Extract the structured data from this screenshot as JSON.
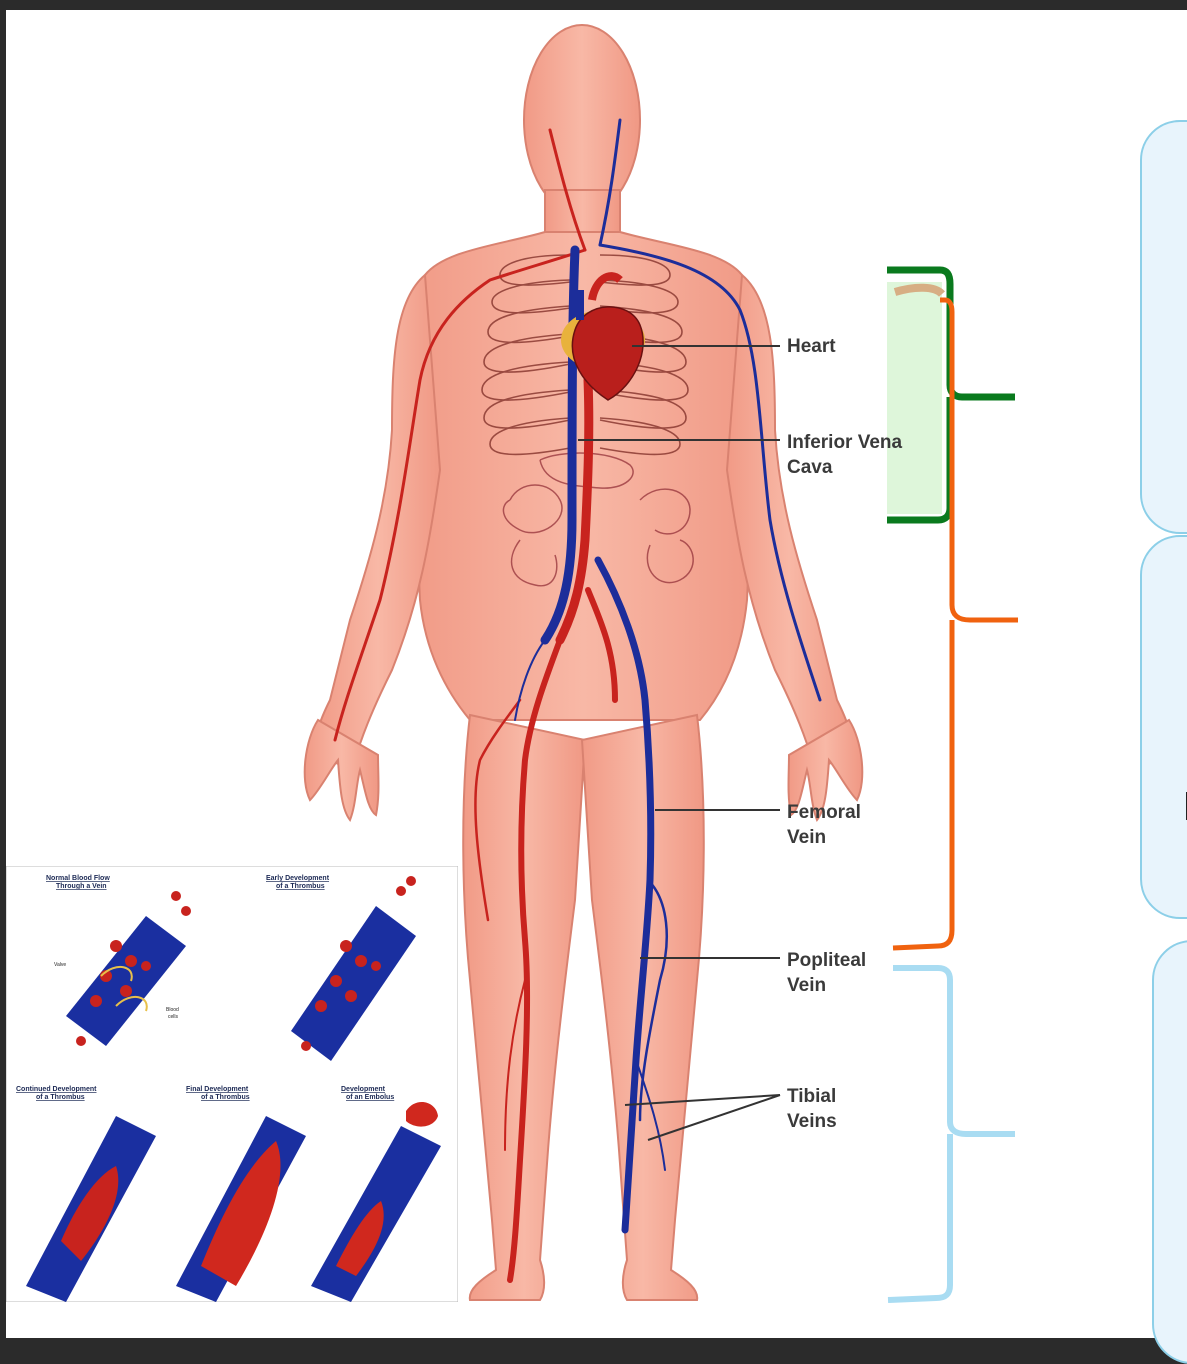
{
  "labels": {
    "heart": "Heart",
    "ivc": "Inferior Vena\nCava",
    "femoral": "Femoral\nVein",
    "popliteal": "Popliteal\nVein",
    "tibial": "Tibial\nVeins"
  },
  "inset": {
    "panels": [
      {
        "title": "Normal Blood Flow\nThrough a Vein",
        "callouts": [
          "Valve",
          "Blood\ncells"
        ]
      },
      {
        "title": "Early Development\nof a Thrombus",
        "callouts": []
      },
      {
        "title": "Continued Development\nof a Thrombus",
        "callouts": []
      },
      {
        "title": "Final Development\nof a Thrombus",
        "callouts": []
      },
      {
        "title": "Development\nof an Embolus",
        "callouts": []
      }
    ]
  },
  "brackets": {
    "green": "#0a7a1e",
    "orange": "#f0620f",
    "lightblue": "#a9dcf2"
  },
  "colors": {
    "artery": "#c8231e",
    "vein": "#1c2d9a",
    "skin": "#f4a996",
    "callout_fill": "#e8f4fc",
    "callout_border": "#8ccfe8"
  }
}
